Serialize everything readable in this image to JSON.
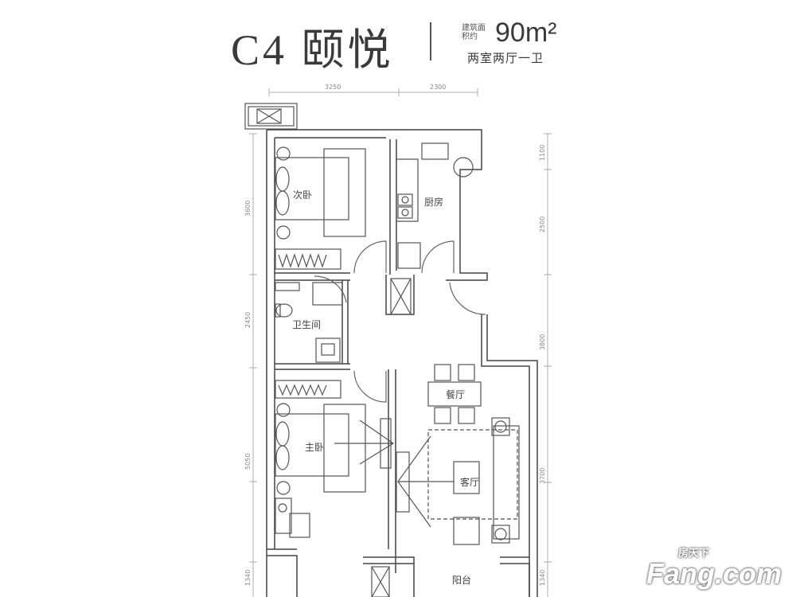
{
  "header": {
    "title": "C4 颐悦",
    "area_tag": "建筑面积约",
    "area": "90m²",
    "layout": "两室两厅一卫"
  },
  "rooms": {
    "bedroom2": "次卧",
    "kitchen": "厨房",
    "bathroom": "卫生间",
    "dining": "餐厅",
    "master": "主卧",
    "living": "客厅",
    "balcony": "阳台"
  },
  "dims": {
    "top": [
      "3250",
      "2300"
    ],
    "left": [
      "3600",
      "2450",
      "5050",
      "1340"
    ],
    "right": [
      "1100",
      "2500",
      "3800",
      "3700",
      "1340"
    ]
  },
  "watermark": {
    "cn": "房天下",
    "en": "Fang.com"
  }
}
